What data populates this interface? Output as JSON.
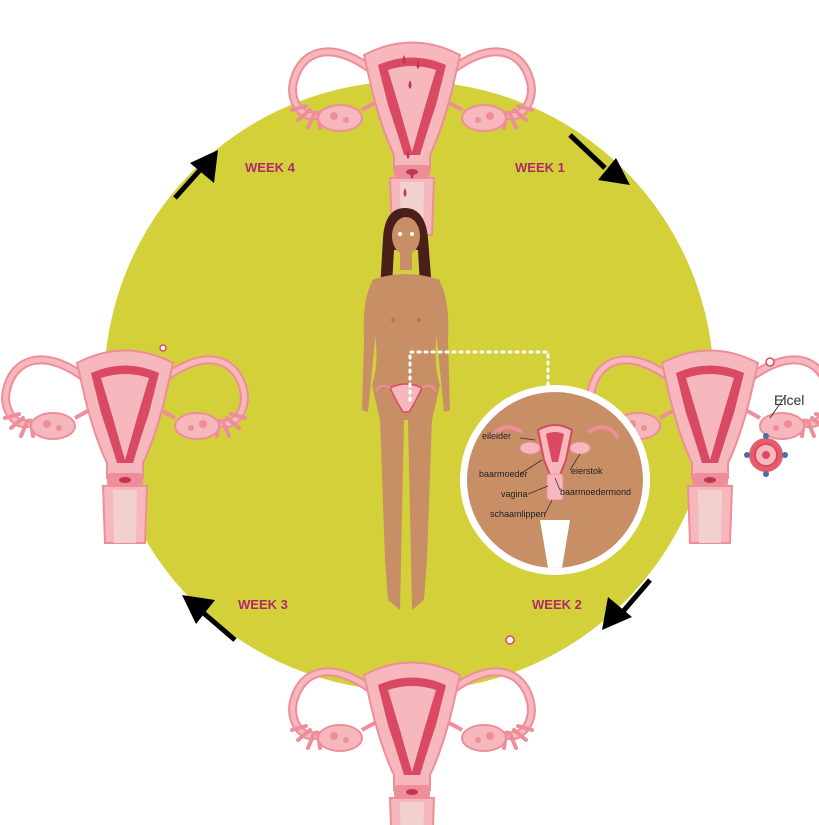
{
  "colors": {
    "background_disc": "#d4d03a",
    "week_label": "#b0286e",
    "uterus_outer": "#f6b7bd",
    "uterus_wall": "#ee8e99",
    "uterus_lining": "#d94a62",
    "uterus_cavity": "#c23550",
    "skin": "#c88f67",
    "skin_shadow": "#b07a55",
    "hair": "#4a1f1a",
    "arrow": "#000000",
    "egg": "#e45d6c"
  },
  "weeks": {
    "week1": "WEEK 1",
    "week2": "WEEK 2",
    "week3": "WEEK 3",
    "week4": "WEEK 4"
  },
  "anatomy_labels": {
    "eileider": "eileider",
    "baarmoeder": "baarmoeder",
    "eierstok": "eierstok",
    "vagina": "vagina",
    "baarmoedermond": "baarmoedermond",
    "schaamlippen": "schaamlippen"
  },
  "egg_label": "Eicel",
  "icons": [
    "uterus-illustration",
    "female-figure",
    "cycle-arrow",
    "egg-cell"
  ]
}
